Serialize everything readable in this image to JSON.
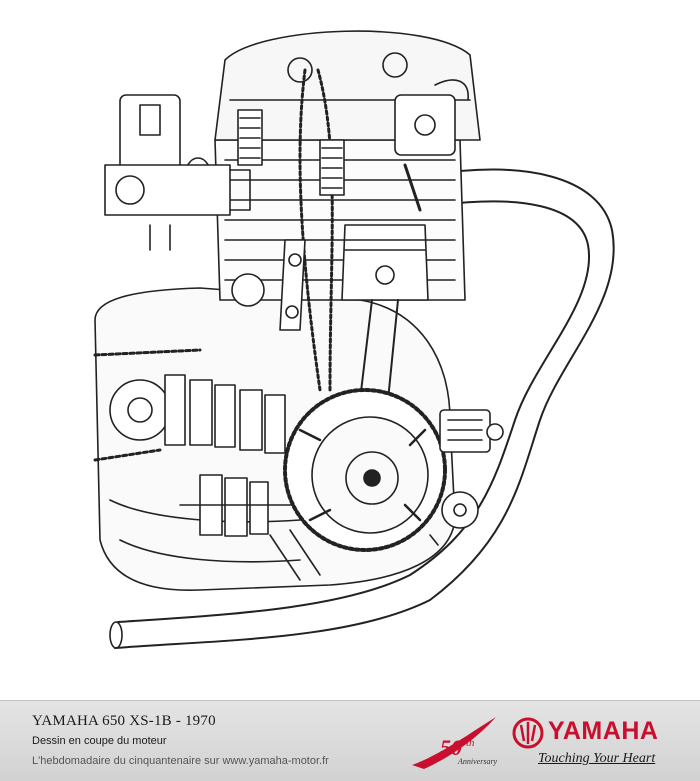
{
  "illustration": {
    "subject": "engine-cutaway-drawing"
  },
  "footer": {
    "title": "YAMAHA 650 XS-1B - 1970",
    "subtitle": "Dessin en coupe du moteur",
    "link_text": "L'hebdomadaire du cinquantenaire sur www.yamaha-motor.fr",
    "anniversary": {
      "number": "50",
      "suffix": "th",
      "word": "Anniversary"
    },
    "brand": {
      "name": "YAMAHA",
      "tagline": "Touching Your Heart",
      "color": "#c8102e"
    }
  }
}
